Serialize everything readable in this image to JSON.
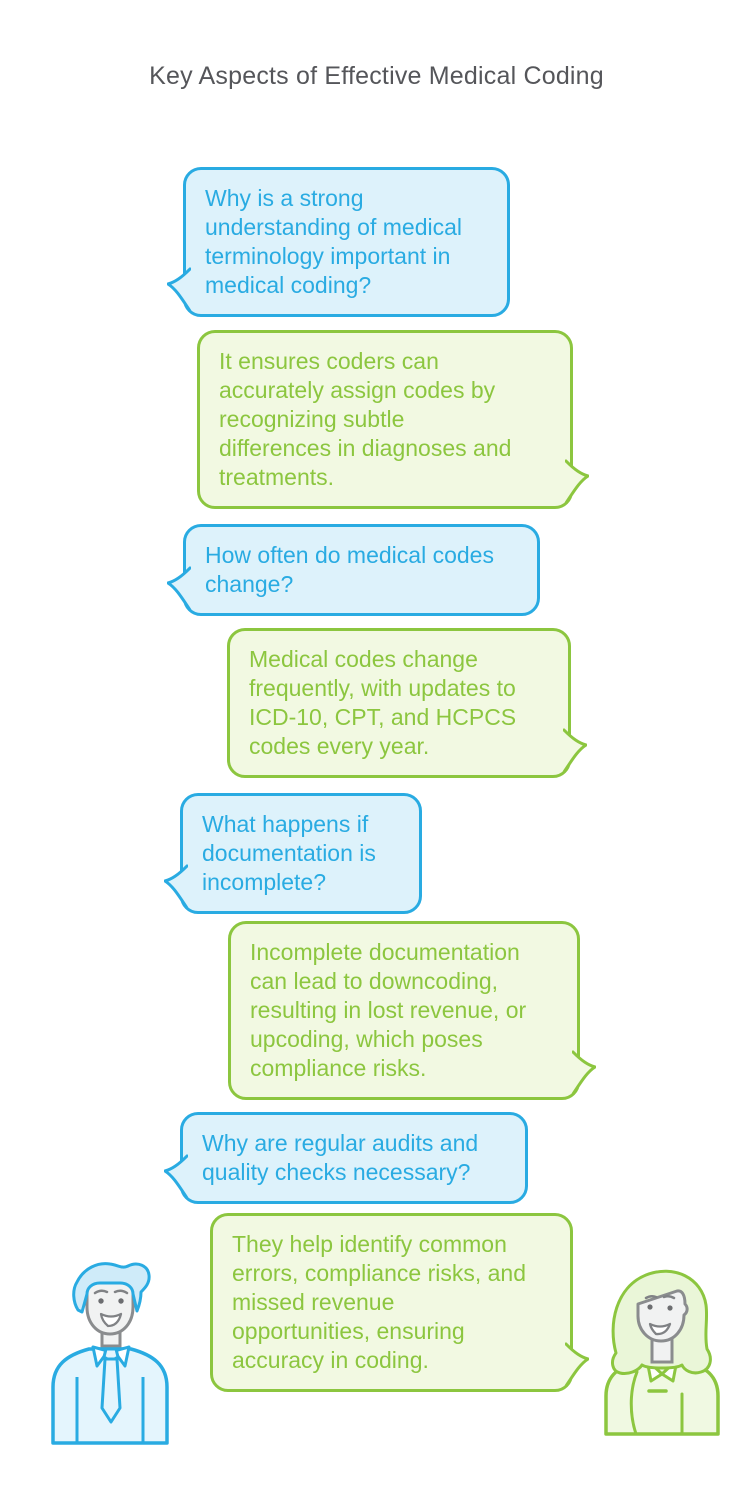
{
  "page": {
    "title": "Key Aspects of Effective Medical Coding"
  },
  "colors": {
    "question_accent": "#29ABE2",
    "question_fill": "#DDF2FB",
    "answer_accent": "#8CC63F",
    "answer_fill": "#F2F9E2",
    "title_text": "#55565A",
    "face_line": "#8A8C8E"
  },
  "conversation": [
    {
      "role": "question",
      "side": "left",
      "text": "Why is a strong\nunderstanding of medical\nterminology important in\nmedical coding?"
    },
    {
      "role": "answer",
      "side": "right",
      "text": "It ensures coders can\naccurately assign codes by\nrecognizing subtle\ndifferences in diagnoses and\ntreatments."
    },
    {
      "role": "question",
      "side": "left",
      "text": "How often do medical codes\nchange?"
    },
    {
      "role": "answer",
      "side": "right",
      "text": "Medical codes change\nfrequently, with updates to\nICD-10, CPT, and HCPCS\ncodes every year."
    },
    {
      "role": "question",
      "side": "left",
      "text": "What happens if\ndocumentation is\nincomplete?"
    },
    {
      "role": "answer",
      "side": "right",
      "text": "Incomplete documentation\ncan lead to downcoding,\nresulting in lost revenue, or\nupcoding, which poses\ncompliance risks."
    },
    {
      "role": "question",
      "side": "left",
      "text": "Why are regular audits and\nquality checks necessary?"
    },
    {
      "role": "answer",
      "side": "right",
      "text": "They help identify common\nerrors, compliance risks, and\nmissed revenue\nopportunities, ensuring\naccuracy in coding."
    }
  ],
  "characters": {
    "left": "man with tie (questioner, blue)",
    "right": "woman (answerer, green)"
  }
}
